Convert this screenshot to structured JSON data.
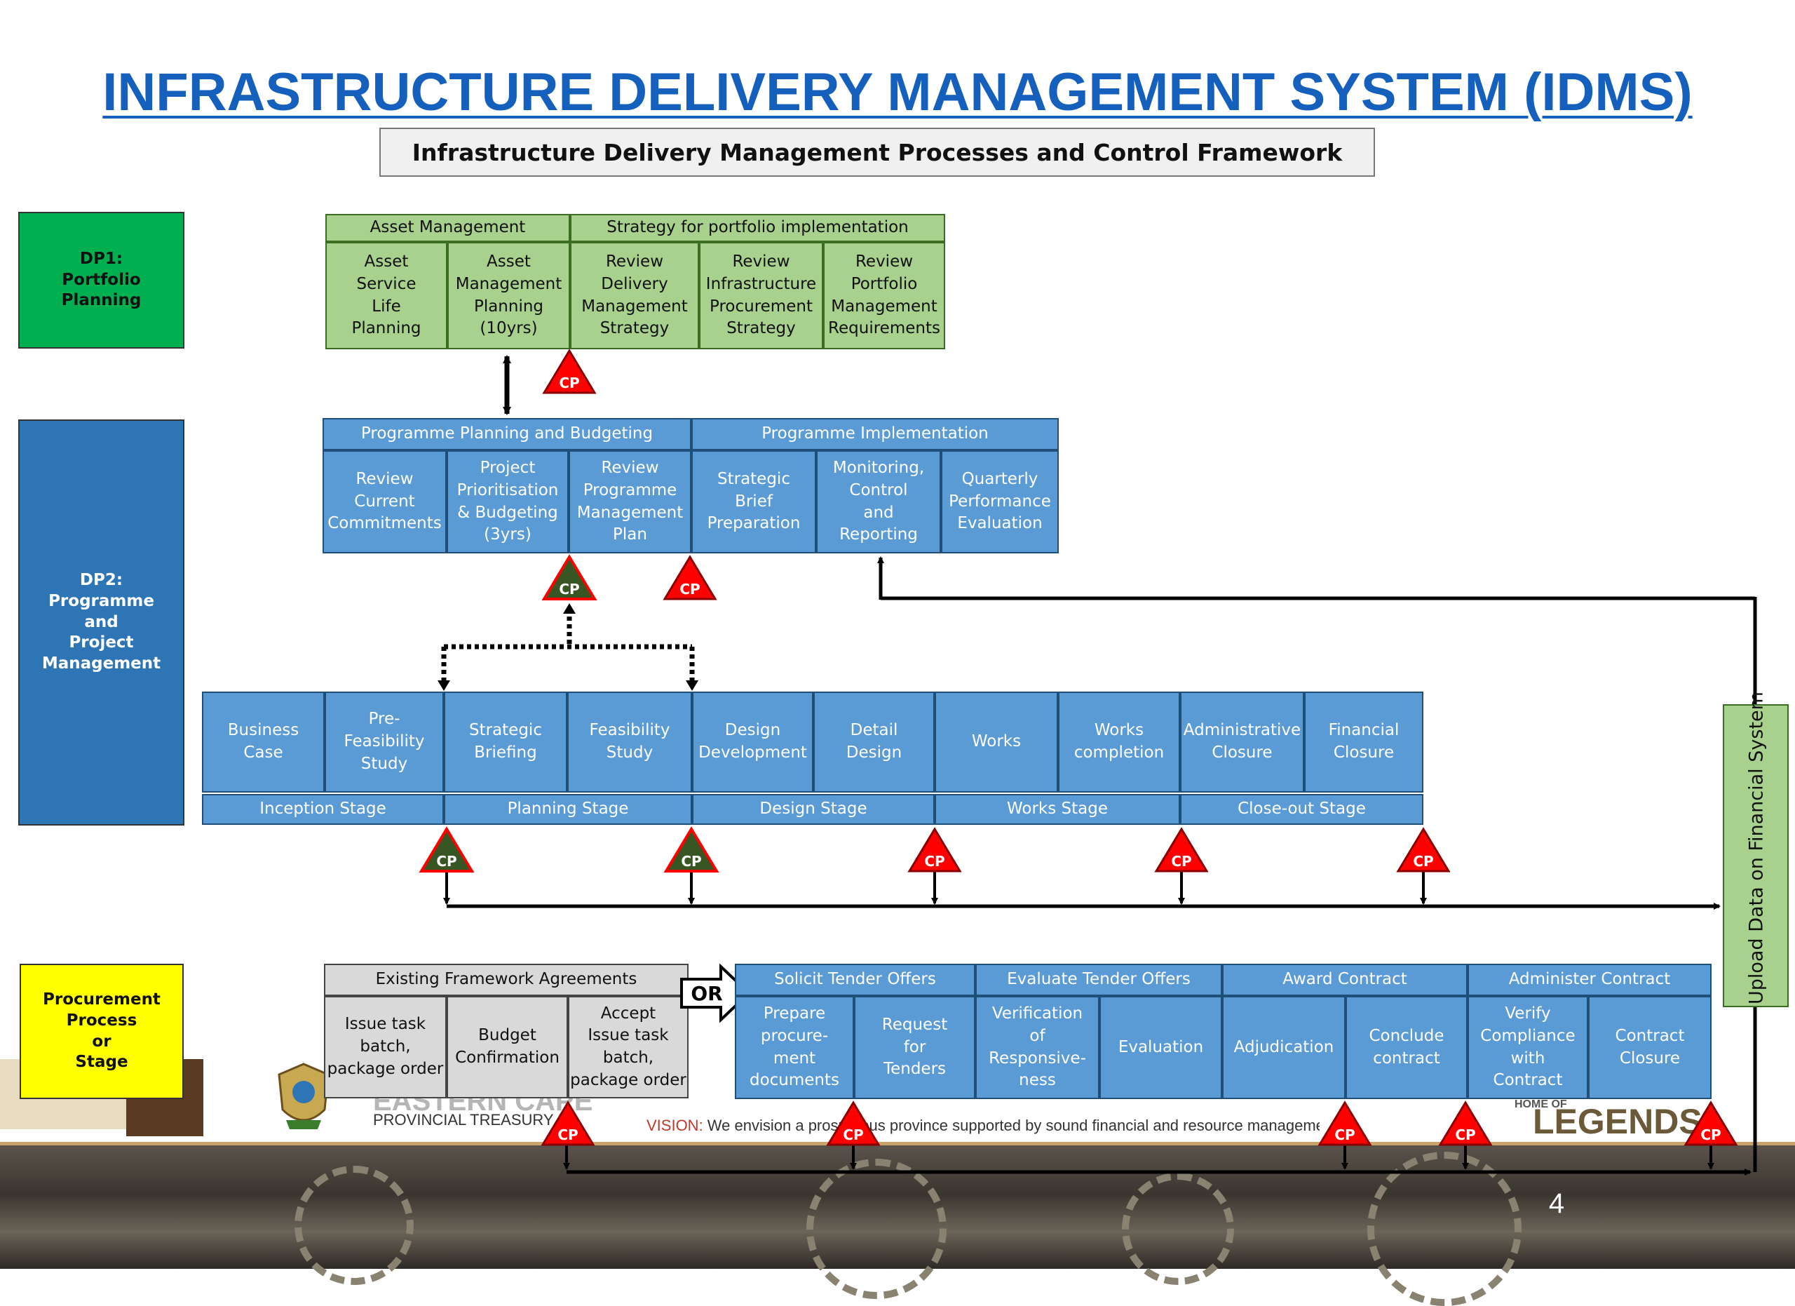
{
  "title": "INFRASTRUCTURE DELIVERY MANAGEMENT SYSTEM (IDMS)",
  "subtitle": "Infrastructure Delivery Management Processes and Control Framework",
  "phases": {
    "dp1": "DP1:\nPortfolio\nPlanning",
    "dp2": "DP2:\nProgramme\nand\nProject\nManagement",
    "procurement": "Procurement\nProcess\nor\nStage"
  },
  "portfolio": {
    "asset_header": "Asset Management",
    "strategy_header": "Strategy for portfolio implementation",
    "cells": [
      "Asset\nService\nLife\nPlanning",
      "Asset\nManagement\nPlanning\n(10yrs)",
      "Review\nDelivery\nManagement\nStrategy",
      "Review\nInfrastructure\nProcurement\nStrategy",
      "Review\nPortfolio\nManagement\nRequirements"
    ]
  },
  "programme": {
    "planning_header": "Programme Planning and Budgeting",
    "implementation_header": "Programme Implementation",
    "cells": [
      "Review\nCurrent\nCommitments",
      "Project\nPrioritisation\n& Budgeting\n(3yrs)",
      "Review\nProgramme\nManagement\nPlan",
      "Strategic\nBrief\nPreparation",
      "Monitoring,\nControl\nand\nReporting",
      "Quarterly\nPerformance\nEvaluation"
    ]
  },
  "project": {
    "cells": [
      "Business\nCase",
      "Pre-\nFeasibility\nStudy",
      "Strategic\nBriefing",
      "Feasibility\nStudy",
      "Design\nDevelopment",
      "Detail\nDesign",
      "Works",
      "Works\ncompletion",
      "Administrative\nClosure",
      "Financial\nClosure"
    ],
    "stages": [
      "Inception Stage",
      "Planning Stage",
      "Design Stage",
      "Works Stage",
      "Close-out Stage"
    ]
  },
  "procurement": {
    "framework_header": "Existing Framework Agreements",
    "framework_cells": [
      "Issue task\nbatch,\npackage order",
      "Budget\nConfirmation",
      "Accept\nIssue task\nbatch,\npackage order"
    ],
    "or_label": "OR",
    "headers": [
      "Solicit Tender Offers",
      "Evaluate Tender Offers",
      "Award Contract",
      "Administer Contract"
    ],
    "cells": [
      "Prepare\nprocure-\nment\ndocuments",
      "Request\nfor\nTenders",
      "Verification\nof\nResponsive-\nness",
      "Evaluation",
      "Adjudication",
      "Conclude\ncontract",
      "Verify\nCompliance\nwith\nContract",
      "Contract\nClosure"
    ]
  },
  "upload_label": "Upload Data on Financial System",
  "cp_label": "CP",
  "footer": {
    "treasury": "PROVINCIAL TREASURY",
    "province": "EASTERN CAPE",
    "vision_label": "VISION:",
    "vision_text": " We envision a prosperous province supported by sound financial and resource management",
    "home_of": "HOME OF",
    "legends": "LEGENDS",
    "page_number": "4"
  },
  "colors": {
    "title": "#1560bd",
    "dp1": "#00b050",
    "dp2": "#2e75b6",
    "procurement": "#ffff00",
    "green_cell": "#a9d18e",
    "blue_cell": "#5b9bd5",
    "cp_red": "#ff0000",
    "cp_green": "#375623"
  }
}
